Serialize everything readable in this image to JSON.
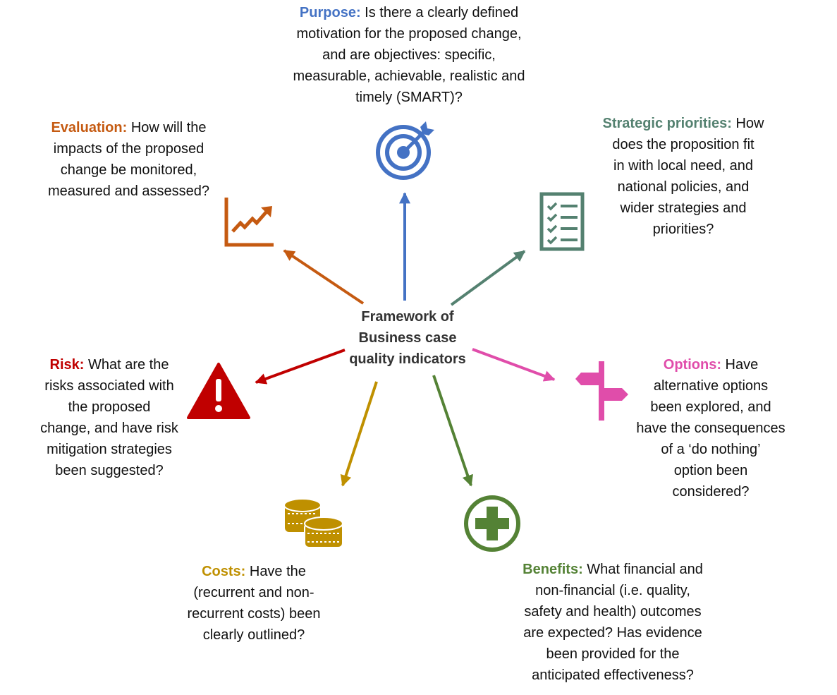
{
  "center_label": {
    "line1": "Framework of",
    "line2": "Business case",
    "line3": "quality indicators"
  },
  "indicators": {
    "purpose": {
      "title": "Purpose:",
      "color": "#4472C4",
      "icon": "target-icon",
      "lines": [
        " Is there a clearly defined",
        "motivation for the proposed change,",
        "and are objectives: specific,",
        "measurable, achievable, realistic and",
        "timely (SMART)?"
      ]
    },
    "strategic": {
      "title": "Strategic priorities:",
      "color": "#548170",
      "icon": "checklist-icon",
      "lines": [
        " How",
        "does the proposition fit",
        "in with local need, and",
        "national policies, and",
        "wider strategies and",
        "priorities?"
      ]
    },
    "options": {
      "title": "Options:",
      "color": "#E04DAA",
      "icon": "signpost-icon",
      "lines": [
        " Have",
        "alternative options",
        "been explored, and",
        "have the consequences",
        "of a ‘do nothing’",
        "option been",
        "considered?"
      ]
    },
    "benefits": {
      "title": "Benefits:",
      "color": "#548235",
      "icon": "plus-circle-icon",
      "lines": [
        " What financial and",
        "non-financial (i.e. quality,",
        "safety and health) outcomes",
        "are expected? Has evidence",
        "been provided for the",
        "anticipated effectiveness?"
      ]
    },
    "costs": {
      "title": "Costs:",
      "color": "#BF9000",
      "icon": "coins-icon",
      "lines": [
        " Have the",
        "(recurrent and non-",
        "recurrent costs) been",
        "clearly outlined?"
      ]
    },
    "risk": {
      "title": "Risk:",
      "color": "#C00000",
      "icon": "warning-icon",
      "lines": [
        " What are the",
        "risks associated with",
        "the proposed",
        "change, and have risk",
        "mitigation strategies",
        "been suggested?"
      ]
    },
    "evaluation": {
      "title": "Evaluation:",
      "color": "#C55A11",
      "icon": "trend-chart-icon",
      "lines": [
        " How will the",
        "impacts of the proposed",
        "change be monitored,",
        "measured and assessed?"
      ]
    }
  }
}
